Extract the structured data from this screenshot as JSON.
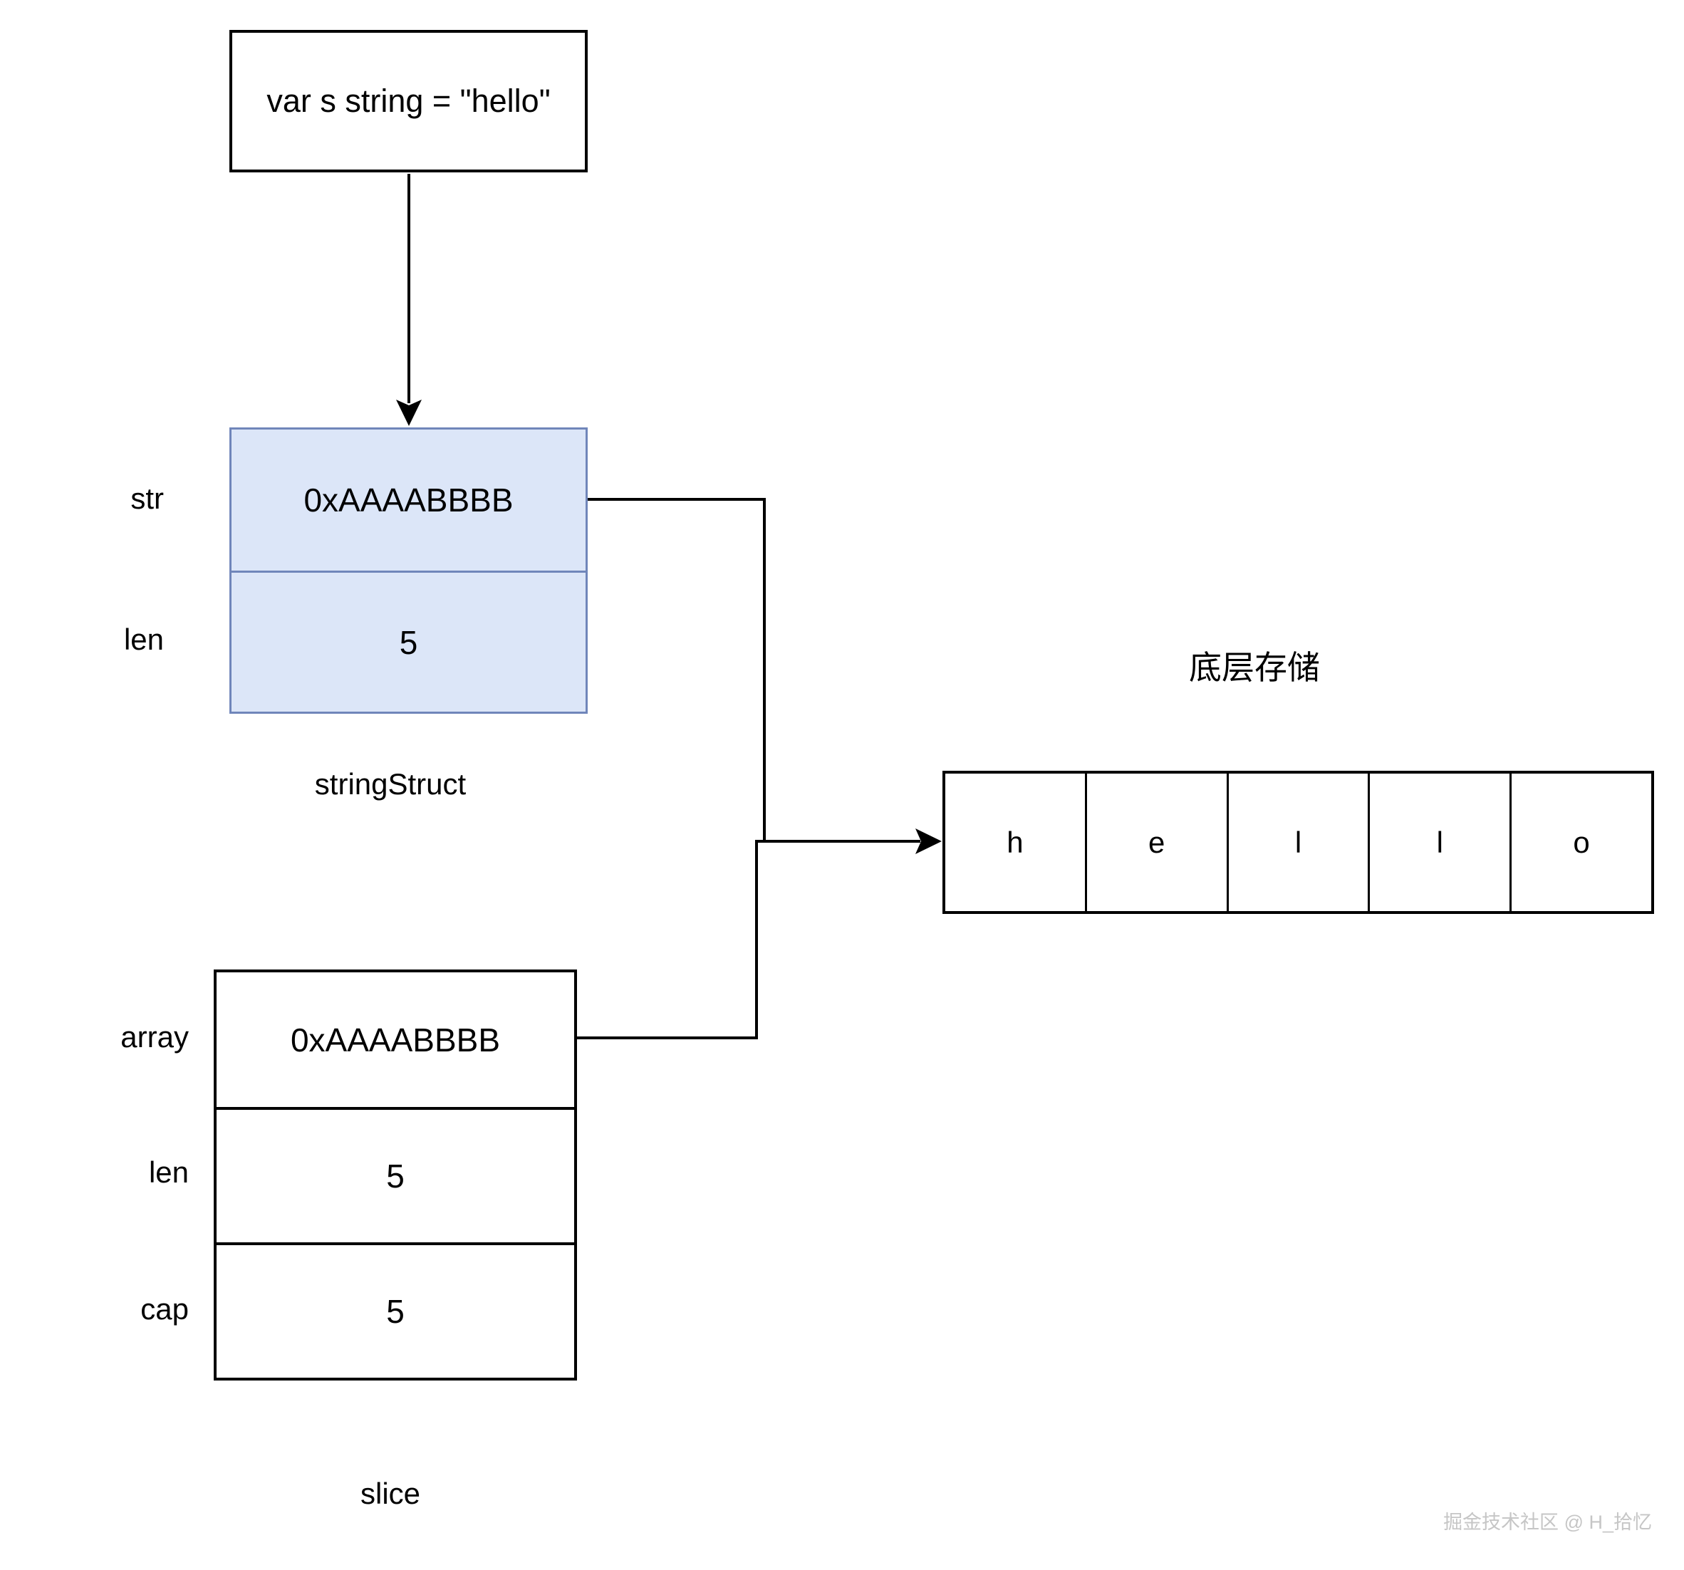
{
  "declaration_box": {
    "text": "var s string = \"hello\""
  },
  "string_struct": {
    "caption": "stringStruct",
    "fill_color": "#dce6f8",
    "border_color": "#7086ba",
    "rows": [
      {
        "label": "str",
        "value": "0xAAAABBBB"
      },
      {
        "label": "len",
        "value": "5"
      }
    ]
  },
  "slice_struct": {
    "caption": "slice",
    "fill_color": "#ffffff",
    "border_color": "#000000",
    "rows": [
      {
        "label": "array",
        "value": "0xAAAABBBB"
      },
      {
        "label": "len",
        "value": "5"
      },
      {
        "label": "cap",
        "value": "5"
      }
    ]
  },
  "storage": {
    "title": "底层存储",
    "cells": [
      "h",
      "e",
      "l",
      "l",
      "o"
    ]
  },
  "watermark": {
    "text": "掘金技术社区 @ H_拾忆"
  }
}
